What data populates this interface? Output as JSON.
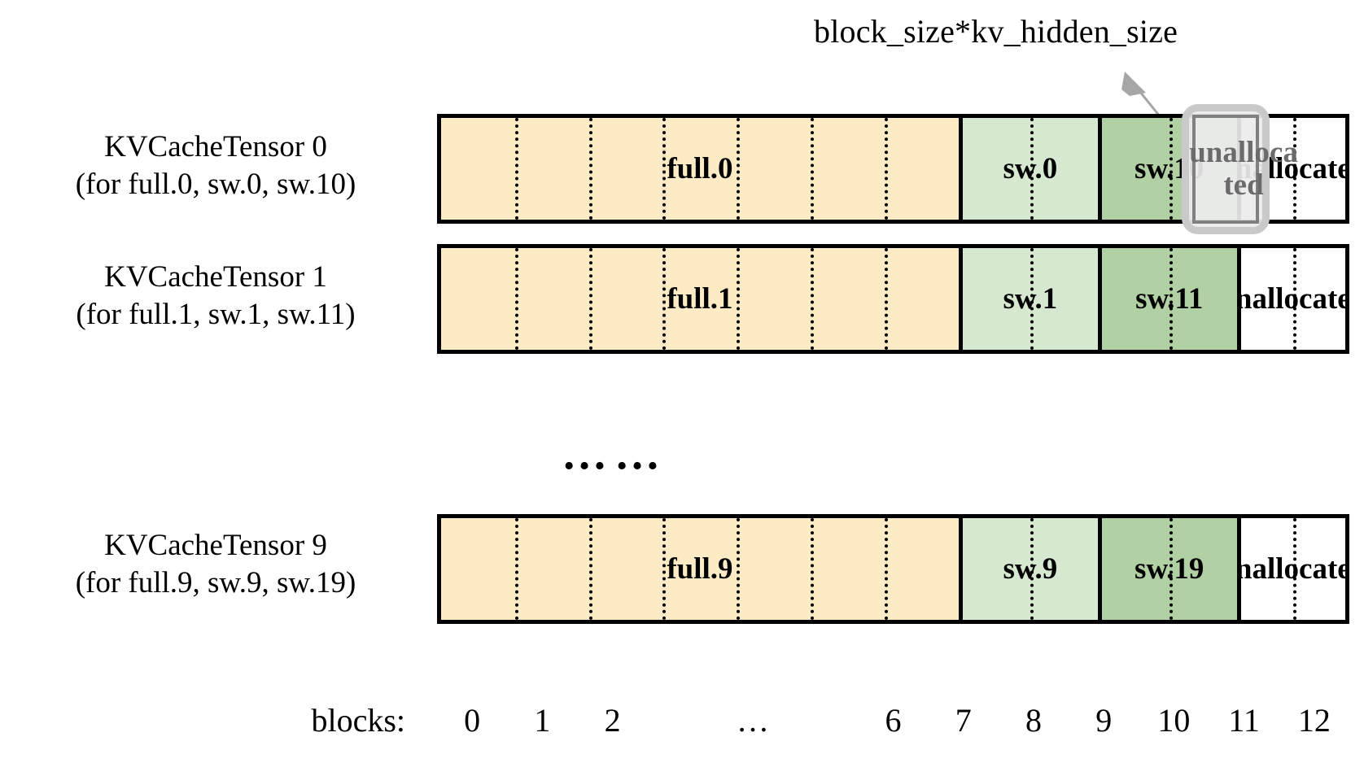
{
  "diagram": {
    "title_annotation": "block_size*kv_hidden_size",
    "ellipsis": "……",
    "rows": [
      {
        "label_line1": "KVCacheTensor 0",
        "label_line2": "(for full.0, sw.0, sw.10)",
        "segments": [
          {
            "name": "full-segment",
            "label": "full.0",
            "color": "#fcebc4",
            "blocks": [
              0,
              1,
              2,
              3,
              4,
              5,
              6
            ]
          },
          {
            "name": "sw-light-segment",
            "label": "sw.0",
            "color": "#d6e8d0",
            "blocks": [
              7,
              8
            ]
          },
          {
            "name": "sw-dark-segment",
            "label": "sw.10",
            "color": "#b1d1a4",
            "blocks": [
              9,
              10
            ]
          },
          {
            "name": "unallocated-segment",
            "label": "unallocated",
            "color": "#ffffff",
            "blocks": [
              11,
              12
            ]
          }
        ],
        "highlight": {
          "label": "unalloca ted",
          "line1": "unalloca",
          "line2": "ted",
          "block": 11
        }
      },
      {
        "label_line1": "KVCacheTensor 1",
        "label_line2": "(for full.1, sw.1, sw.11)",
        "segments": [
          {
            "name": "full-segment",
            "label": "full.1",
            "color": "#fcebc4",
            "blocks": [
              0,
              1,
              2,
              3,
              4,
              5,
              6
            ]
          },
          {
            "name": "sw-light-segment",
            "label": "sw.1",
            "color": "#d6e8d0",
            "blocks": [
              7,
              8
            ]
          },
          {
            "name": "sw-dark-segment",
            "label": "sw.11",
            "color": "#b1d1a4",
            "blocks": [
              9,
              10
            ]
          },
          {
            "name": "unallocated-segment",
            "label": "unallocated",
            "color": "#ffffff",
            "blocks": [
              11,
              12
            ]
          }
        ],
        "highlight": null
      },
      {
        "label_line1": "KVCacheTensor 9",
        "label_line2": "(for full.9, sw.9, sw.19)",
        "segments": [
          {
            "name": "full-segment",
            "label": "full.9",
            "color": "#fcebc4",
            "blocks": [
              0,
              1,
              2,
              3,
              4,
              5,
              6
            ]
          },
          {
            "name": "sw-light-segment",
            "label": "sw.9",
            "color": "#d6e8d0",
            "blocks": [
              7,
              8
            ]
          },
          {
            "name": "sw-dark-segment",
            "label": "sw.19",
            "color": "#b1d1a4",
            "blocks": [
              9,
              10
            ]
          },
          {
            "name": "unallocated-segment",
            "label": "unallocated",
            "color": "#ffffff",
            "blocks": [
              11,
              12
            ]
          }
        ],
        "highlight": null
      }
    ],
    "axis": {
      "title": "blocks:",
      "ticks": [
        "0",
        "1",
        "2",
        "…",
        "6",
        "7",
        "8",
        "9",
        "10",
        "11",
        "12"
      ]
    },
    "colors": {
      "full": "#fcebc4",
      "sw_light": "#d6e8d0",
      "sw_dark": "#b1d1a4",
      "unallocated": "#ffffff",
      "outline": "#000000",
      "highlight_border": "#c9c9c9",
      "highlight_inner": "#808080",
      "highlight_text": "#6b6b6b",
      "arrow": "#a6a6a6"
    }
  }
}
